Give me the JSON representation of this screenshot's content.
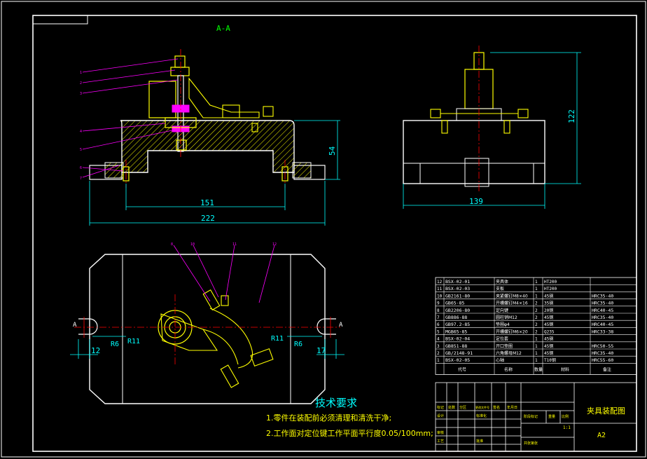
{
  "drawing": {
    "section_label": "A-A",
    "dim_54": "54",
    "dim_151": "151",
    "dim_222": "222",
    "dim_122": "122",
    "dim_139": "139",
    "r11_left": "R11",
    "r11_right": "R11",
    "r6_left": "R6",
    "r6_right": "R6",
    "dim_12": "12",
    "dim_17": "17",
    "cut_left": "A",
    "cut_right": "A",
    "leaders_left": [
      "1",
      "2",
      "3",
      "4",
      "5",
      "6",
      "7"
    ],
    "leaders_top": [
      "8",
      "10",
      "11",
      "12"
    ]
  },
  "tech_req": {
    "title": "技术要求",
    "line1": "1.零件在装配前必须清理和清洗干净;",
    "line2": "2.工作面对定位键工作平面平行度0.05/100mm;"
  },
  "bom": {
    "rows": [
      {
        "no": "12",
        "code": "BSX-02-01",
        "name": "夹具体",
        "qty": "1",
        "mat": "HT200",
        "note": ""
      },
      {
        "no": "11",
        "code": "BSX-02-03",
        "name": "支板",
        "qty": "1",
        "mat": "HT200",
        "note": ""
      },
      {
        "no": "10",
        "code": "GB2161-80",
        "name": "夹紧螺钉M8×40",
        "qty": "1",
        "mat": "45钢",
        "note": "HRC35-40"
      },
      {
        "no": "9",
        "code": "GB65-85",
        "name": "开槽螺钉M4×16",
        "qty": "2",
        "mat": "35钢",
        "note": "HRC35-40"
      },
      {
        "no": "8",
        "code": "GB2206-80",
        "name": "定向键",
        "qty": "2",
        "mat": "20钢",
        "note": "HRC40-45"
      },
      {
        "no": "7",
        "code": "GB886-88",
        "name": "圆柱销M12",
        "qty": "2",
        "mat": "45钢",
        "note": "HRC35-40"
      },
      {
        "no": "6",
        "code": "GB97.2-85",
        "name": "垫圈φ4",
        "qty": "2",
        "mat": "45钢",
        "note": "HRC40-45"
      },
      {
        "no": "5",
        "code": "MGB65-85",
        "name": "开槽螺钉M6×20",
        "qty": "2",
        "mat": "Q235",
        "note": "HRC33-38"
      },
      {
        "no": "4",
        "code": "BSX-02-04",
        "name": "定位套",
        "qty": "1",
        "mat": "45钢",
        "note": ""
      },
      {
        "no": "3",
        "code": "GB851-88",
        "name": "开口垫圈",
        "qty": "1",
        "mat": "45钢",
        "note": "HRC50-55"
      },
      {
        "no": "2",
        "code": "GB/2148-91",
        "name": "六角螺母M12",
        "qty": "1",
        "mat": "45钢",
        "note": "HRC35-40"
      },
      {
        "no": "1",
        "code": "BSX-02-05",
        "name": "心轴",
        "qty": "1",
        "mat": "T10钢",
        "note": "HRC55-60"
      }
    ],
    "header": {
      "code": "代号",
      "name": "名称",
      "qty": "数量",
      "mat": "材料",
      "note": "备注"
    }
  },
  "title_block": {
    "title": "夹具装配图",
    "sheet": "A2",
    "scale": "1:1",
    "lbl_mark": "标记",
    "lbl_count": "处数",
    "lbl_zone": "分区",
    "lbl_change": "更改文件号",
    "lbl_sign": "签名",
    "lbl_date": "年月日",
    "lbl_design": "设计",
    "lbl_std": "标准化",
    "lbl_review": "审核",
    "lbl_process": "工艺",
    "lbl_approve": "批准",
    "lbl_stage": "阶段标记",
    "lbl_weight": "重量",
    "lbl_ratio": "比例",
    "lbl_sheets": "共张第张"
  },
  "colors": {
    "frame": "#ffffff",
    "outline": "#ffffff",
    "dimension": "#00ffff",
    "hatch": "#ffff00",
    "part": "#ffff00",
    "leader": "#ff00ff",
    "center": "#ff0000",
    "text_green": "#00ff00",
    "text_yellow": "#ffff00"
  }
}
